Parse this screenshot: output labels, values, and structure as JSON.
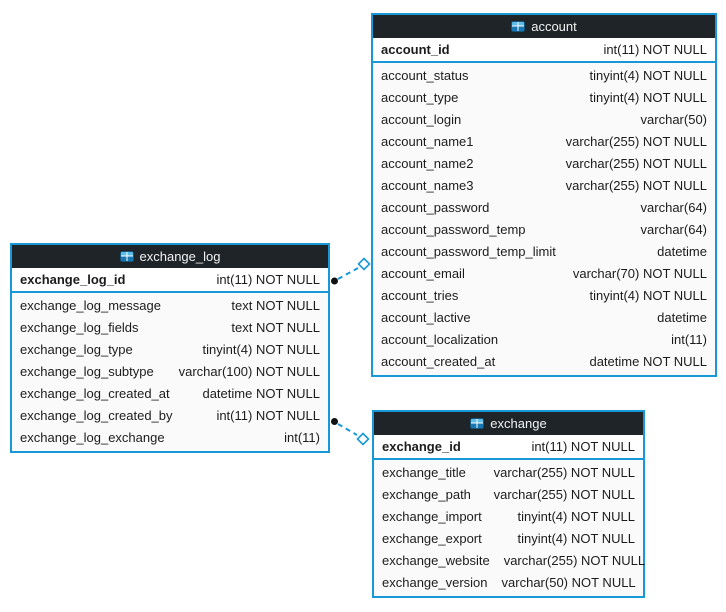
{
  "tables": {
    "account": {
      "title": "account",
      "primary_key": {
        "name": "account_id",
        "type": "int(11) NOT NULL"
      },
      "columns": [
        {
          "name": "account_status",
          "type": "tinyint(4) NOT NULL"
        },
        {
          "name": "account_type",
          "type": "tinyint(4) NOT NULL"
        },
        {
          "name": "account_login",
          "type": "varchar(50)"
        },
        {
          "name": "account_name1",
          "type": "varchar(255) NOT NULL"
        },
        {
          "name": "account_name2",
          "type": "varchar(255) NOT NULL"
        },
        {
          "name": "account_name3",
          "type": "varchar(255) NOT NULL"
        },
        {
          "name": "account_password",
          "type": "varchar(64)"
        },
        {
          "name": "account_password_temp",
          "type": "varchar(64)"
        },
        {
          "name": "account_password_temp_limit",
          "type": "datetime"
        },
        {
          "name": "account_email",
          "type": "varchar(70) NOT NULL"
        },
        {
          "name": "account_tries",
          "type": "tinyint(4) NOT NULL"
        },
        {
          "name": "account_lactive",
          "type": "datetime"
        },
        {
          "name": "account_localization",
          "type": "int(11)"
        },
        {
          "name": "account_created_at",
          "type": "datetime NOT NULL"
        }
      ]
    },
    "exchange_log": {
      "title": "exchange_log",
      "primary_key": {
        "name": "exchange_log_id",
        "type": "int(11) NOT NULL"
      },
      "columns": [
        {
          "name": "exchange_log_message",
          "type": "text NOT NULL"
        },
        {
          "name": "exchange_log_fields",
          "type": "text NOT NULL"
        },
        {
          "name": "exchange_log_type",
          "type": "tinyint(4) NOT NULL"
        },
        {
          "name": "exchange_log_subtype",
          "type": "varchar(100) NOT NULL"
        },
        {
          "name": "exchange_log_created_at",
          "type": "datetime NOT NULL"
        },
        {
          "name": "exchange_log_created_by",
          "type": "int(11) NOT NULL"
        },
        {
          "name": "exchange_log_exchange",
          "type": "int(11)"
        }
      ]
    },
    "exchange": {
      "title": "exchange",
      "primary_key": {
        "name": "exchange_id",
        "type": "int(11) NOT NULL"
      },
      "columns": [
        {
          "name": "exchange_title",
          "type": "varchar(255) NOT NULL"
        },
        {
          "name": "exchange_path",
          "type": "varchar(255) NOT NULL"
        },
        {
          "name": "exchange_import",
          "type": "tinyint(4) NOT NULL"
        },
        {
          "name": "exchange_export",
          "type": "tinyint(4) NOT NULL"
        },
        {
          "name": "exchange_website",
          "type": "varchar(255) NOT NULL"
        },
        {
          "name": "exchange_version",
          "type": "varchar(50) NOT NULL"
        }
      ]
    }
  },
  "connections": [
    {
      "from": "exchange_log",
      "to": "account",
      "line_style": "dashed",
      "from_marker": "dot",
      "to_marker": "diamond"
    },
    {
      "from": "exchange_log",
      "to": "exchange",
      "line_style": "dashed",
      "from_marker": "dot",
      "to_marker": "diamond"
    }
  ],
  "colors": {
    "accent": "#1898d6",
    "header_bg": "#1f2428",
    "header_text": "#f2f2f2",
    "pk_row_bg": "#ffffff",
    "body_bg": "#fafafa",
    "text": "#1c1c1c",
    "connector_dot": "#111111",
    "icon_light": "#5cbce6",
    "icon_dark": "#1878b4"
  }
}
